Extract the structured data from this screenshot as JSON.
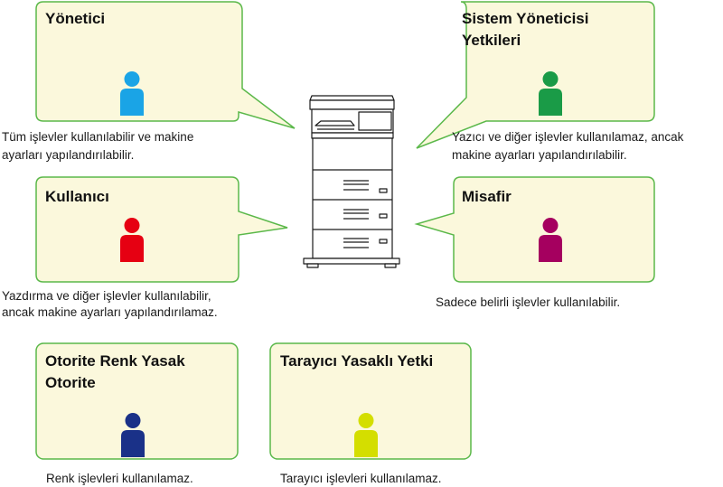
{
  "colors": {
    "box_fill": "#fbf8dc",
    "box_border": "#5bb84a",
    "administrator": "#1aa4e6",
    "system_admin": "#1a9b47",
    "user": "#e60012",
    "guest": "#a5005f",
    "color_restricted": "#1a3188",
    "scan_restricted": "#d4de00"
  },
  "icons": {
    "person": "person-icon",
    "device": "multifunction-printer-icon"
  },
  "roles": {
    "administrator": {
      "title": "Yönetici",
      "description_lines": [
        "Tüm işlevler kullanılabilir ve makine",
        "ayarları yapılandırılabilir."
      ]
    },
    "system_admin": {
      "title_lines": [
        "Sistem Yöneticisi",
        "Yetkileri"
      ],
      "description_lines": [
        "Yazıcı ve diğer işlevler kullanılamaz, ancak",
        "makine ayarları yapılandırılabilir."
      ]
    },
    "user": {
      "title": "Kullanıcı",
      "description_lines": [
        "Yazdırma ve diğer işlevler kullanılabilir,",
        "ancak makine ayarları yapılandırılamaz."
      ]
    },
    "guest": {
      "title": "Misafir",
      "description": "Sadece belirli işlevler kullanılabilir."
    },
    "color_restricted": {
      "title_lines": [
        "Otorite Renk Yasak",
        "Otorite"
      ],
      "description": "Renk işlevleri kullanılamaz."
    },
    "scan_restricted": {
      "title": "Tarayıcı Yasaklı Yetki",
      "description": "Tarayıcı işlevleri kullanılamaz."
    }
  }
}
